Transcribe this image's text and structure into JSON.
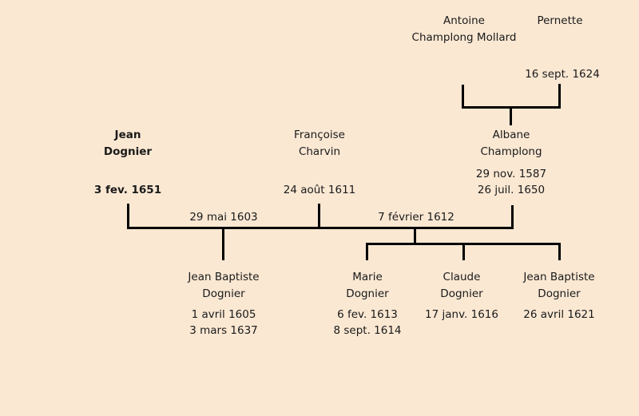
{
  "colors": {
    "background": "#FAE8D3",
    "line": "#000000",
    "text": "#1A1A1A"
  },
  "persons": {
    "antoine": {
      "given": "Antoine",
      "surname": "Champlong Mollard"
    },
    "pernette": {
      "given": "Pernette"
    },
    "jean": {
      "given": "Jean",
      "surname": "Dognier",
      "death": "3 fev. 1651"
    },
    "francoise": {
      "given": "Françoise",
      "surname": "Charvin",
      "death": "24 août 1611"
    },
    "albane": {
      "given": "Albane",
      "surname": "Champlong",
      "birth": "29 nov. 1587",
      "death": "26 juil. 1650"
    },
    "jean_baptiste_1": {
      "given": "Jean Baptiste",
      "surname": "Dognier",
      "birth": "1 avril 1605",
      "death": "3 mars 1637"
    },
    "marie": {
      "given": "Marie",
      "surname": "Dognier",
      "birth": "6 fev. 1613",
      "death": "8 sept. 1614"
    },
    "claude": {
      "given": "Claude",
      "surname": "Dognier",
      "birth": "17 janv. 1616"
    },
    "jean_baptiste_2": {
      "given": "Jean Baptiste",
      "surname": "Dognier",
      "birth": "26 avril 1621"
    }
  },
  "marriages": {
    "antoine_pernette": {
      "date": "16 sept. 1624"
    },
    "jean_francoise": {
      "date": "29 mai 1603"
    },
    "jean_albane": {
      "date": "7 février 1612"
    }
  }
}
